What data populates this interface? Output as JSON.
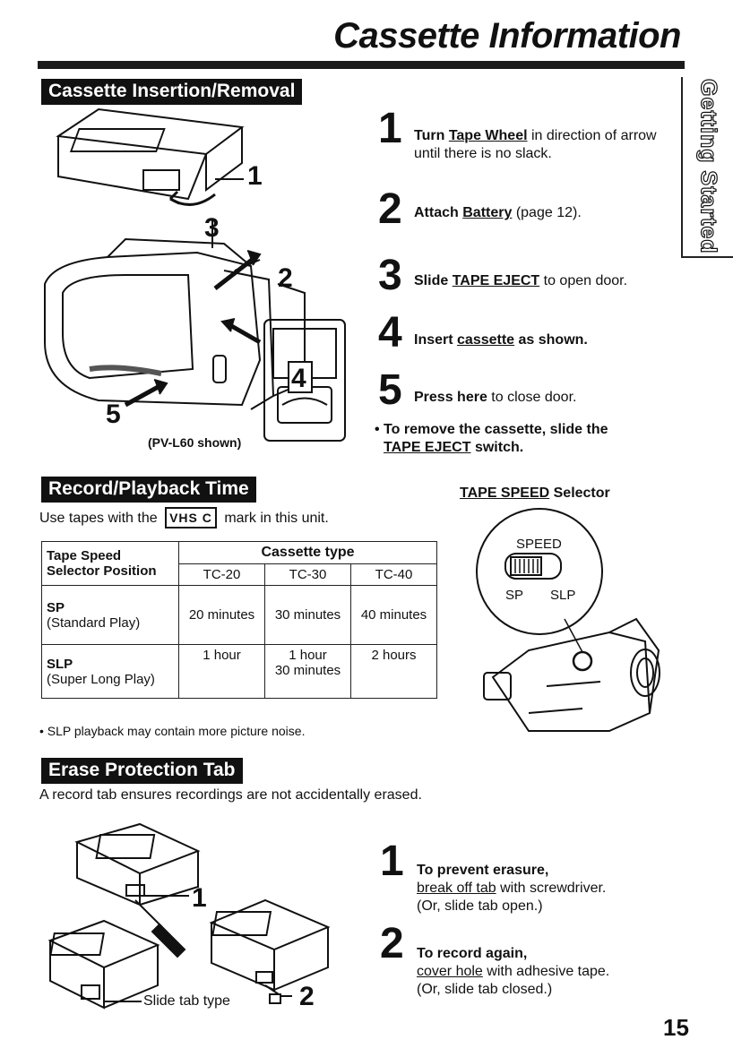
{
  "page": {
    "title": "Cassette Information",
    "side_tab": "Getting Started",
    "page_number": "15"
  },
  "insertion": {
    "heading": "Cassette Insertion/Removal",
    "figure_caption": "(PV-L60 shown)",
    "callouts": [
      "1",
      "2",
      "3",
      "4",
      "5"
    ],
    "steps": [
      {
        "num": "1",
        "pre": "Turn ",
        "link": "Tape Wheel",
        "post": " in direction of arrow until there is no slack."
      },
      {
        "num": "2",
        "pre": "Attach ",
        "link": "Battery",
        "post": " (page 12)."
      },
      {
        "num": "3",
        "pre": "Slide ",
        "link": "TAPE EJECT",
        "post": " to open door."
      },
      {
        "num": "4",
        "pre": "Insert ",
        "link": "cassette",
        "post": " as shown."
      },
      {
        "num": "5",
        "pre": "Press here",
        "link": "",
        "post": " to close door."
      }
    ],
    "remove_note_line1": "• To remove the cassette, slide the",
    "remove_note_link": "TAPE EJECT",
    "remove_note_post": " switch."
  },
  "record": {
    "heading": "Record/Playback Time",
    "intro_pre": "Use tapes with the",
    "intro_mark": "VHS C",
    "intro_post": "mark in this unit.",
    "table": {
      "header_left_line1": "Tape Speed",
      "header_left_line2": "Selector Position",
      "header_group": "Cassette type",
      "columns": [
        "TC-20",
        "TC-30",
        "TC-40"
      ],
      "rows": [
        {
          "code": "SP",
          "name": "(Standard Play)",
          "cells": [
            "20 minutes",
            "30 minutes",
            "40 minutes"
          ]
        },
        {
          "code": "SLP",
          "name": "(Super Long Play)",
          "cells": [
            "1 hour",
            "1 hour\n30 minutes",
            "2 hours"
          ]
        }
      ]
    },
    "note": "• SLP playback may contain more picture noise.",
    "selector_title_link": "TAPE SPEED",
    "selector_title_post": " Selector",
    "selector_label": "SPEED",
    "selector_sp": "SP",
    "selector_slp": "SLP"
  },
  "erase": {
    "heading": "Erase Protection Tab",
    "intro": "A record tab ensures recordings are not accidentally erased.",
    "figure_label": "Slide tab type",
    "callouts": [
      "1",
      "2"
    ],
    "steps": [
      {
        "num": "1",
        "head": "To prevent erasure,",
        "link": "break off tab",
        "post": " with screwdriver.",
        "note": "(Or, slide tab open.)"
      },
      {
        "num": "2",
        "head": "To record again,",
        "link": "cover hole",
        "post": " with adhesive tape.",
        "note": "(Or, slide tab closed.)"
      }
    ]
  }
}
